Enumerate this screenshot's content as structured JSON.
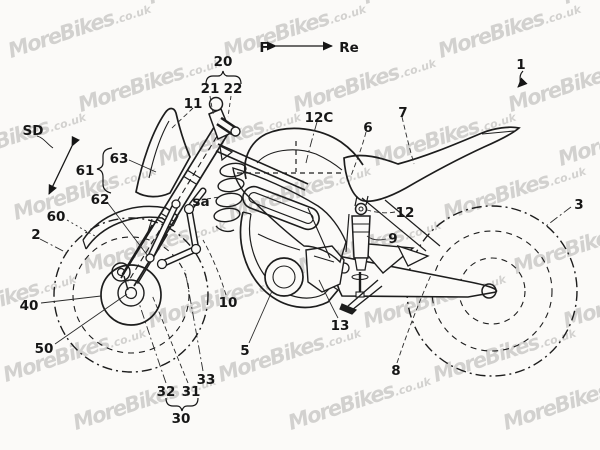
{
  "watermark": {
    "brand": "MoreBikes",
    "suffix": ".co.uk"
  },
  "labels": {
    "n1": "1",
    "n2": "2",
    "n3": "3",
    "n5": "5",
    "n6": "6",
    "n7": "7",
    "n8": "8",
    "n9": "9",
    "n10": "10",
    "n11": "11",
    "n12": "12",
    "n12c": "12C",
    "n13": "13",
    "n20": "20",
    "n21": "21",
    "n22": "22",
    "n30": "30",
    "n31": "31",
    "n32": "32",
    "n33": "33",
    "n40": "40",
    "n50": "50",
    "n60": "60",
    "n61": "61",
    "n62": "62",
    "n63": "63",
    "sd": "SD",
    "sa": "sa",
    "f": "F",
    "re": "Re"
  }
}
